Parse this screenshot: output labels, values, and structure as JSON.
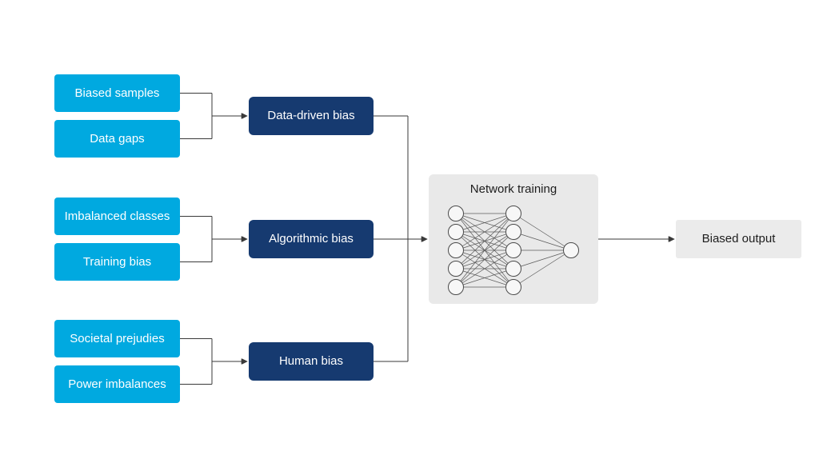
{
  "diagram": {
    "sources": [
      {
        "label": "Biased samples"
      },
      {
        "label": "Data gaps"
      },
      {
        "label": "Imbalanced classes"
      },
      {
        "label": "Training bias"
      },
      {
        "label": "Societal prejudies"
      },
      {
        "label": "Power imbalances"
      }
    ],
    "bias_types": [
      {
        "label": "Data-driven bias"
      },
      {
        "label": "Algorithmic bias"
      },
      {
        "label": "Human bias"
      }
    ],
    "network_panel": {
      "title": "Network training",
      "type": "neural-network",
      "layers": [
        5,
        5,
        1
      ]
    },
    "output_box": {
      "label": "Biased output"
    },
    "colors": {
      "source_box": "#00a9e0",
      "bias_box": "#163a70",
      "panel": "#e9e9e9",
      "output_box": "#ebebeb",
      "connector": "#3a3a3a",
      "box_text": "#ffffff",
      "dark_text": "#1d1d1d"
    }
  }
}
